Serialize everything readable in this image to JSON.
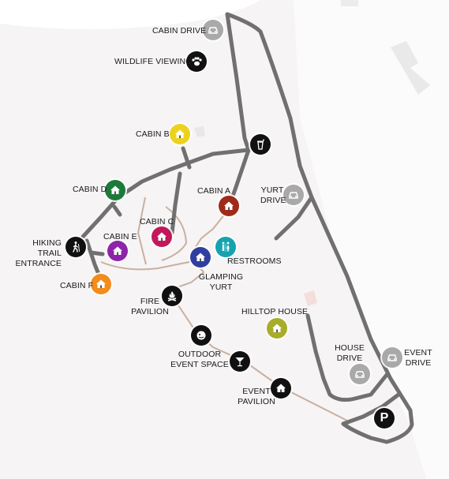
{
  "colors": {
    "road": "#707070",
    "trail": "#c8b0a0",
    "background": "#f6f4f4",
    "dark": "#111111",
    "drive_gray": "#a9a9a9"
  },
  "labels": {
    "cabin_drive": "CABIN DRIVE",
    "wildlife_viewing": "WILDLIFE VIEWING",
    "cabin_b": "CABIN B",
    "cabin_d": "CABIN D",
    "cabin_a": "CABIN A",
    "yurt_drive": "YURT\nDRIVE",
    "cabin_c": "CABIN C",
    "hiking_trail": "HIKING TRAIL\nENTRANCE",
    "cabin_e": "CABIN E",
    "restrooms": "RESTROOMS",
    "glamping_yurt": "GLAMPING\nYURT",
    "cabin_f": "CABIN F",
    "fire_pavilion": "FIRE\nPAVILION",
    "hilltop_house": "HILLTOP HOUSE",
    "outdoor_event_space": "OUTDOOR\nEVENT SPACE",
    "house_drive": "HOUSE\nDRIVE",
    "event_drive": "EVENT\nDRIVE",
    "event_pavilion": "EVENT\nPAVILION",
    "parking": "P"
  },
  "markers": [
    {
      "id": "cabin-drive",
      "icon": "car-icon",
      "color": "#a9a9a9"
    },
    {
      "id": "wildlife-viewing",
      "icon": "paw-icon",
      "color": "#111111"
    },
    {
      "id": "cabin-b",
      "icon": "house-icon",
      "color": "#ecd21c"
    },
    {
      "id": "trash",
      "icon": "trash-icon",
      "color": "#111111"
    },
    {
      "id": "cabin-d",
      "icon": "house-icon",
      "color": "#1e7a3a"
    },
    {
      "id": "cabin-a",
      "icon": "house-icon",
      "color": "#9e2a1c"
    },
    {
      "id": "yurt-drive",
      "icon": "car-icon",
      "color": "#a9a9a9"
    },
    {
      "id": "cabin-c",
      "icon": "house-icon",
      "color": "#c2185b"
    },
    {
      "id": "hiking-trail",
      "icon": "hiker-icon",
      "color": "#111111"
    },
    {
      "id": "cabin-e",
      "icon": "house-icon",
      "color": "#8e24aa"
    },
    {
      "id": "restrooms",
      "icon": "restroom-icon",
      "color": "#17a2b0"
    },
    {
      "id": "glamping-yurt",
      "icon": "house-icon",
      "color": "#303f9f"
    },
    {
      "id": "cabin-f",
      "icon": "house-icon",
      "color": "#f28c1c"
    },
    {
      "id": "fire-pavilion",
      "icon": "campfire-icon",
      "color": "#111111"
    },
    {
      "id": "hilltop-house",
      "icon": "house-icon",
      "color": "#a7ac2a"
    },
    {
      "id": "outdoor-event-space",
      "icon": "sheep-icon",
      "color": "#111111"
    },
    {
      "id": "cocktail",
      "icon": "cocktail-icon",
      "color": "#111111"
    },
    {
      "id": "house-drive",
      "icon": "car-icon",
      "color": "#a9a9a9"
    },
    {
      "id": "event-drive",
      "icon": "car-icon",
      "color": "#a9a9a9"
    },
    {
      "id": "event-pavilion",
      "icon": "house-icon",
      "color": "#111111"
    }
  ]
}
